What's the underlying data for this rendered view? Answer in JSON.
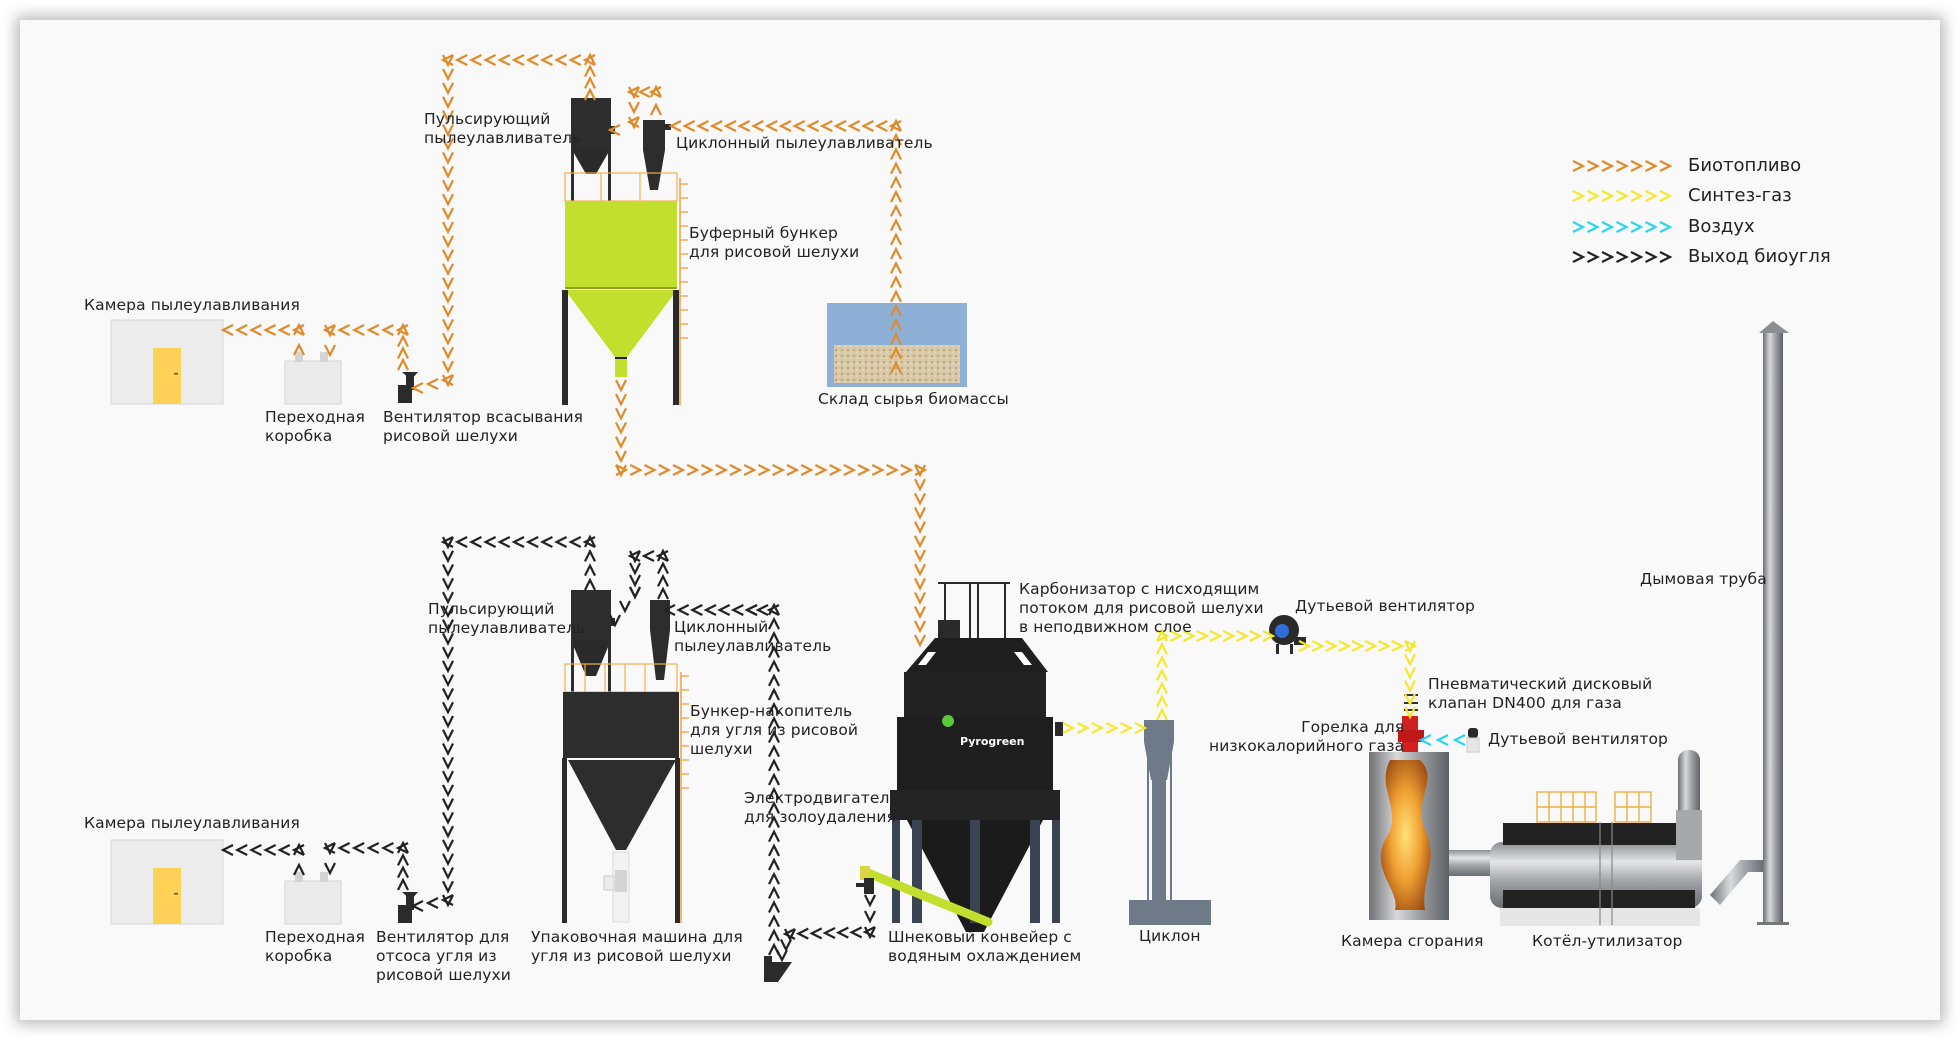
{
  "legend": [
    {
      "label": "Биотопливо",
      "color": "#e08a2a",
      "icon": "chevron-right-icon"
    },
    {
      "label": "Синтез-газ",
      "color": "#f5e82a",
      "icon": "chevron-right-icon"
    },
    {
      "label": "Воздух",
      "color": "#29d6ee",
      "icon": "chevron-right-icon"
    },
    {
      "label": "Выход биоугля",
      "color": "#222222",
      "icon": "chevron-right-icon"
    }
  ],
  "labels": {
    "dust_chamber_top": "Камера пылеулавливания",
    "transition_box_top": "Переходная\nкоробка",
    "suction_fan_top": "Вентилятор всасывания\nрисовой шелухи",
    "pulse_collector_top": "Пульсирующий\nпылеулавливатель",
    "cyclone_collector_top": "Циклонный пылеулавливатель",
    "buffer_hopper": "Буферный бункер\nдля рисовой шелухи",
    "biomass_storage": "Склад сырья биомассы",
    "dust_chamber_bottom": "Камера пылеулавливания",
    "transition_box_bottom": "Переходная\nкоробка",
    "char_fan": "Вентилятор для\nотсоса угля из\nрисовой шелухи",
    "pulse_collector_bottom": "Пульсирующий\nпылеулавливатель",
    "cyclone_collector_bottom": "Циклонный\nпылеулавливатель",
    "char_hopper": "Бункер-накопитель\nдля угля из рисовой\nшелухи",
    "ash_motor": "Электродвигатель\nдля золоудаления",
    "packing_machine": "Упаковочная машина для\nугля из рисовой шелухи",
    "screw_conveyor": "Шнековый конвейер с\nводяным охлаждением",
    "carbonizer": "Карбонизатор с нисходящим\nпотоком для рисовой шелухи\nв неподвижном слое",
    "cyclone": "Циклон",
    "blower_top": "Дутьевой вентилятор",
    "valve": "Пневматический дисковый\nклапан DN400 для газа",
    "burner": "Горелка для\nнизкокалорийного газа",
    "blower_bottom": "Дутьевой вентилятор",
    "combustion_chamber": "Камера сгорания",
    "boiler": "Котёл-утилизатор",
    "chimney": "Дымовая труба",
    "brand": "Pyrogreen"
  },
  "colors": {
    "biofuel": "#e08a2a",
    "syngas": "#f5e82a",
    "air": "#29d6ee",
    "biochar": "#222222",
    "hopper_green": "#c2df2e",
    "equipment_dark": "#2b2b2b",
    "steel": "#8b9096",
    "burner_red": "#d02020"
  }
}
